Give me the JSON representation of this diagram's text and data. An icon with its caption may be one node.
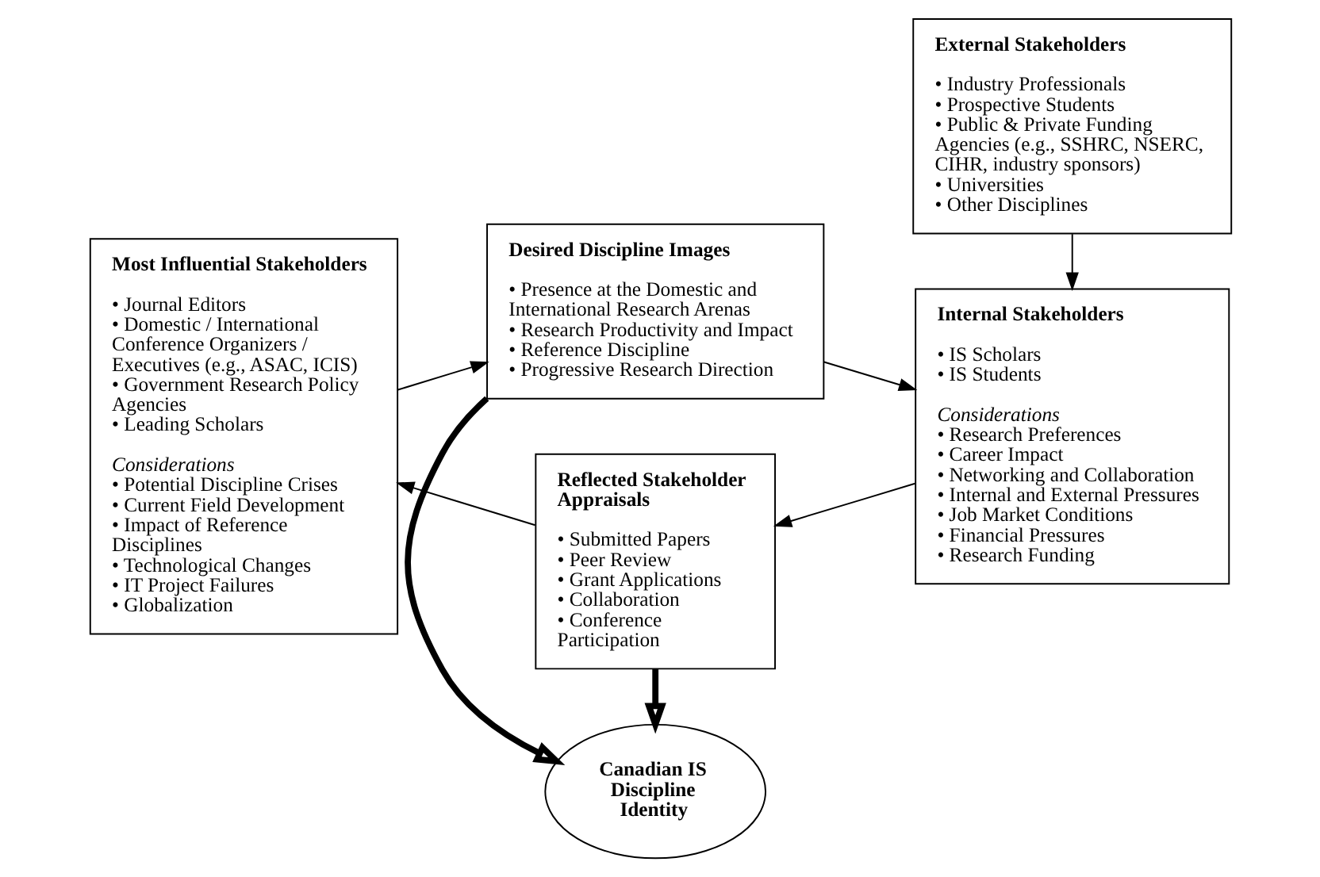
{
  "diagram": {
    "nodes": [
      {
        "text": [
          "Most Influential Stakeholders",
          "• Journal Editors",
          "• Domestic / International Conference Organizers / Executives (e.g., ASAC, ICIS)",
          "• Government Research Policy Agencies",
          "• Leading Scholars",
          "Considerations",
          "• Potential Discipline Crises",
          "• Current Field Development",
          "• Impact of Reference Disciplines",
          "• Technological Changes",
          "• IT Project Failures",
          "• Globalization"
        ]
      },
      {
        "text": [
          "Desired Discipline Images",
          "• Presence at the Domestic and International Research Arenas",
          "• Research Productivity and Impact",
          "• Reference Discipline",
          "• Progressive Research Direction"
        ]
      },
      {
        "text": [
          "External Stakeholders",
          "• Industry Professionals",
          "• Prospective Students",
          "• Public & Private Funding Agencies (e.g., SSHRC, NSERC, CIHR, industry sponsors)",
          "• Universities",
          "• Other Disciplines"
        ]
      },
      {
        "text": [
          "Canadian IS Discipline Identity"
        ]
      },
      {
        "text": [
          "Internal Stakeholders",
          "• IS Scholars",
          "• IS Students",
          "Considerations",
          "• Research Preferences",
          "• Career Impact",
          "• Networking and Collaboration",
          "• Internal and External Pressures",
          "• Job Market Conditions",
          "• Financial Pressures",
          "• Research Funding"
        ]
      },
      {
        "text": [
          "Reflected Stakeholder Appraisals",
          "• Submitted Papers",
          "• Peer Review",
          "• Grant Applications",
          "• Collaboration",
          "• Conference Participation"
        ]
      }
    ],
    "edges": [
      {
        "from": 0,
        "to": 1,
        "arrow": "to"
      },
      {
        "from": 1,
        "to": 3,
        "arrow": "to",
        "style": "thick"
      },
      {
        "from": 1,
        "to": 4,
        "arrow": "to"
      },
      {
        "from": 2,
        "to": 4,
        "arrow": "to"
      },
      {
        "from": 5,
        "to": 3,
        "arrow": "to",
        "style": "thick"
      },
      {
        "from": 5,
        "to": 0,
        "arrow": "to"
      },
      {
        "from": 4,
        "to": 5,
        "arrow": "to"
      }
    ]
  }
}
